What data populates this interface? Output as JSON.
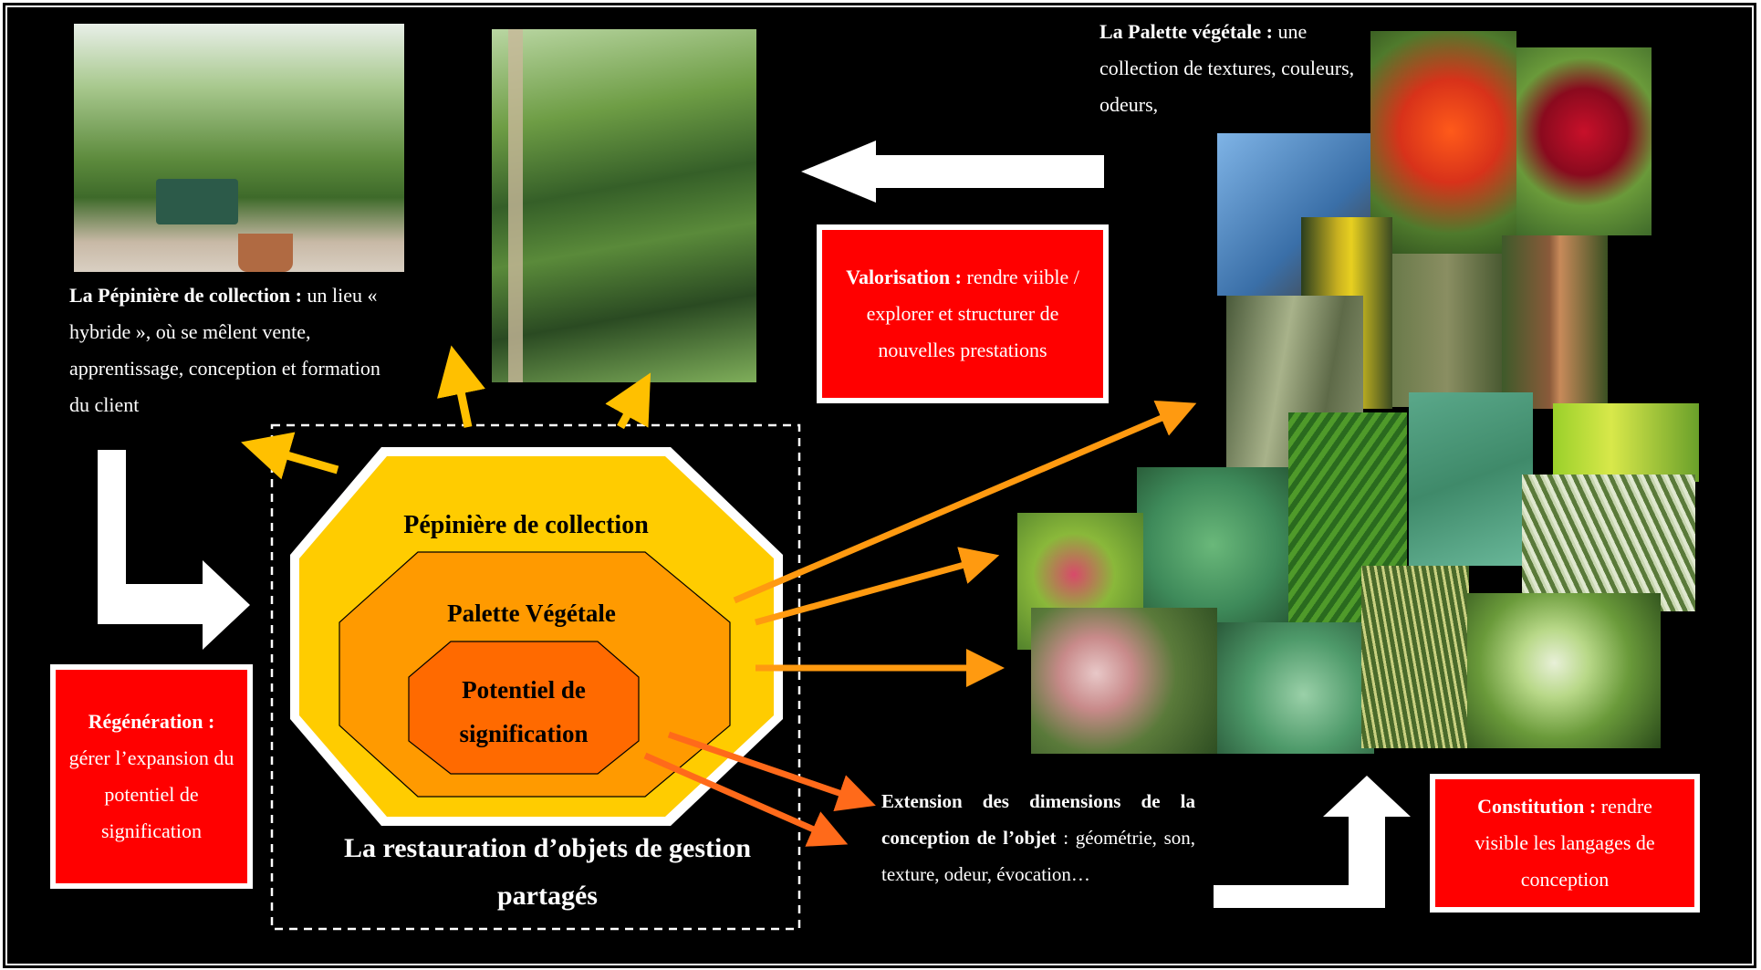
{
  "pepiniere_text": {
    "title": "La Pépinière de collection :",
    "body": "un lieu « hybride », où se mêlent vente, apprentissage, conception et formation du client"
  },
  "palette_text": {
    "title": "La Palette végétale :",
    "body": "une collection de textures, couleurs, odeurs,"
  },
  "valorisation_box": {
    "title": "Valorisation :",
    "body": "rendre viible / explorer et structurer de nouvelles prestations"
  },
  "regeneration_box": {
    "title": "Régénération :",
    "body": "gérer l’expansion du potentiel de signification"
  },
  "constitution_box": {
    "title": "Constitution :",
    "body": "rendre visible les langages de conception"
  },
  "extension_text": {
    "title": "Extension des dimensions de la conception de l’objet",
    "body": ": géométrie, son, texture, odeur, évocation…"
  },
  "octagon": {
    "outer_label": "Pépinière de collection",
    "middle_label": "Palette Végétale",
    "inner_label": "Potentiel de signification"
  },
  "restauration_label": "La restauration d’objets de gestion partagés",
  "colors": {
    "outer": "#ffcc00",
    "middle": "#ff9a00",
    "inner": "#ff6a00",
    "box_red": "#ff0000",
    "arrow_yellow": "#ffc000",
    "arrow_orange": "#ff9a10",
    "arrow_dark_orange": "#ff6a1a"
  }
}
